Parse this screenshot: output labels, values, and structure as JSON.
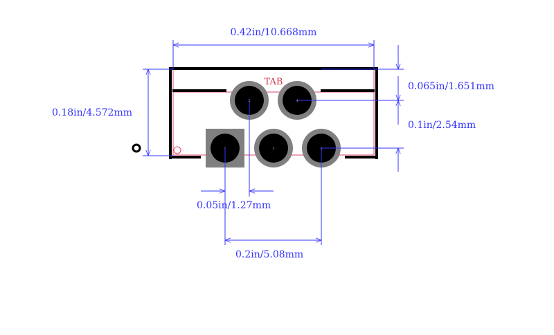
{
  "footprint": {
    "tab_label": "TAB",
    "pins": [
      {
        "number": "1",
        "shape": "square"
      },
      {
        "number": "2",
        "shape": "round"
      },
      {
        "number": "3",
        "shape": "round"
      },
      {
        "number": "4",
        "shape": "round"
      },
      {
        "number": "5",
        "shape": "round"
      }
    ]
  },
  "dimensions": {
    "overall_width": "0.42in/10.668mm",
    "body_height": "0.18in/4.572mm",
    "tab_offset": "0.065in/1.651mm",
    "row_pitch": "0.1in/2.54mm",
    "pin_offset": "0.05in/1.27mm",
    "pin_span": "0.2in/5.08mm"
  },
  "colors": {
    "dimension": "#3333ff",
    "outline": "#000000",
    "courtyard": "#dd4466",
    "pad": "#808080"
  }
}
